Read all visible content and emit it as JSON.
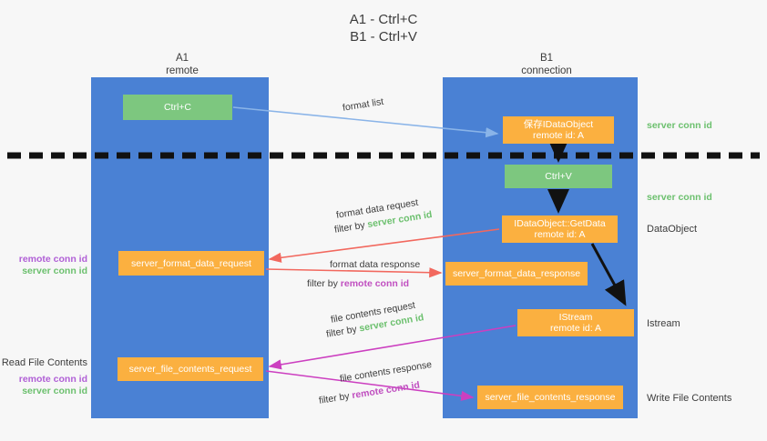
{
  "title": "A1 - Ctrl+C\nB1 - Ctrl+V",
  "lanes": {
    "a": {
      "name": "A1\nremote"
    },
    "b": {
      "name": "B1\nconnection"
    }
  },
  "boxes": {
    "ctrl_c": "Ctrl+C",
    "data_object": "保存IDataObject\nremote id: A",
    "ctrl_v": "Ctrl+V",
    "get_data": "IDataObject::GetData\nremote id: A",
    "format_data_request": "server_format_data_request",
    "format_data_response": "server_format_data_response",
    "istream": "IStream\nremote id: A",
    "file_contents_request": "server_file_contents_request",
    "file_contents_response": "server_file_contents_response"
  },
  "right_labels": {
    "server_conn_id_top": "server conn id",
    "server_conn_id_mid": "server conn id",
    "data_object": "DataObject",
    "istream": "Istream",
    "write_file_contents": "Write File Contents"
  },
  "left_labels": {
    "remote_conn_id_1": "remote conn id",
    "server_conn_id_1": "server conn id",
    "read_file_contents": "Read File Contents",
    "remote_conn_id_2": "remote conn id",
    "server_conn_id_2": "server conn id"
  },
  "flows": {
    "format_list": "format list",
    "format_data_request": "format data request",
    "format_data_request_filter_prefix": "filter by ",
    "format_data_request_filter_key": "server conn id",
    "format_data_response": "format data response",
    "format_data_response_filter_prefix": "filter by ",
    "format_data_response_filter_key": "remote conn id",
    "file_contents_request": "file contents request",
    "file_contents_request_filter_prefix": "filter by ",
    "file_contents_request_filter_key": "server conn id",
    "file_contents_response": "file contents response",
    "file_contents_response_filter_prefix": "filter by ",
    "file_contents_response_filter_key": "remote conn id"
  },
  "colors": {
    "lane": "#4a81d4",
    "green_box": "#7dc77f",
    "orange_box": "#fbb040",
    "server_conn": "#6cc06e",
    "remote_conn": "#b05fd6",
    "arrow_red": "#f2685e",
    "arrow_magenta": "#cc3fc0",
    "arrow_blue": "#8ab4e8",
    "arrow_black": "#111111",
    "divider": "#111111"
  }
}
